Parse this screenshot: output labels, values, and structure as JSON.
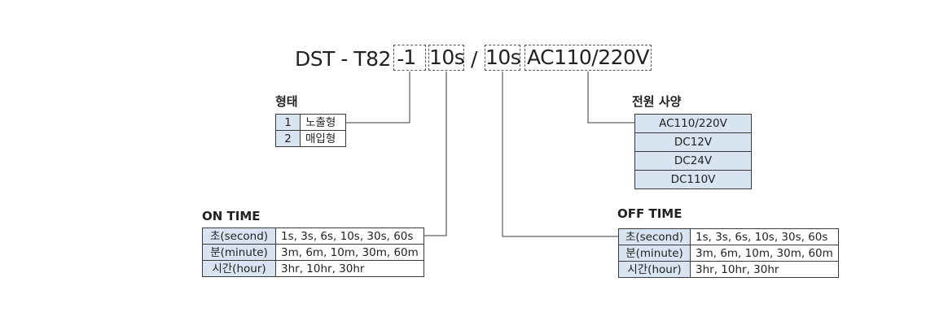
{
  "model": {
    "prefix": "DST - T82 -",
    "segment_type": "1",
    "segment_on": "10s",
    "slash": "/",
    "segment_off": "10s",
    "segment_power": "AC110/220V"
  },
  "type_section": {
    "heading": "형태",
    "rows": [
      {
        "key": "1",
        "value": "노출형"
      },
      {
        "key": "2",
        "value": "매입형"
      }
    ]
  },
  "power_section": {
    "heading": "전원 사양",
    "options": [
      "AC110/220V",
      "DC12V",
      "DC24V",
      "DC110V"
    ]
  },
  "on_time": {
    "heading": "ON TIME",
    "rows": [
      {
        "key": "초(second)",
        "value": "1s, 3s, 6s, 10s, 30s, 60s"
      },
      {
        "key": "분(minute)",
        "value": "3m, 6m, 10m, 30m, 60m"
      },
      {
        "key": "시간(hour)",
        "value": "3hr, 10hr, 30hr"
      }
    ]
  },
  "off_time": {
    "heading": "OFF TIME",
    "rows": [
      {
        "key": "초(second)",
        "value": "1s, 3s, 6s, 10s, 30s, 60s"
      },
      {
        "key": "분(minute)",
        "value": "3m, 6m, 10m, 30m, 60m"
      },
      {
        "key": "시간(hour)",
        "value": "3hr, 10hr, 30hr"
      }
    ]
  },
  "colors": {
    "cell_fill": "#d8e4f2",
    "line": "#3a3a3a"
  }
}
